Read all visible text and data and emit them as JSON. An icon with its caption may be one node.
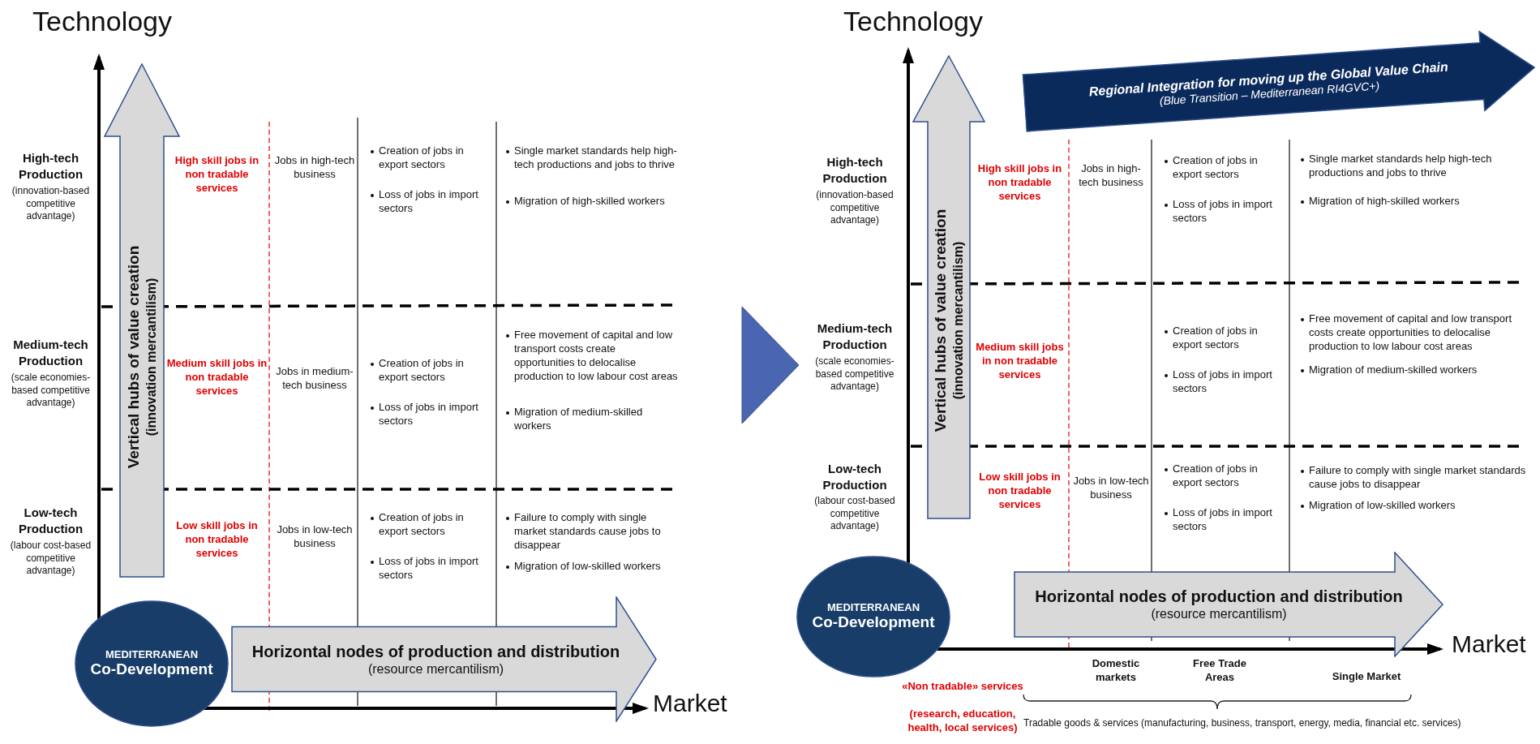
{
  "diagram": {
    "nodes": [
      {
        "text": [
          "Vertical hubs of value creation",
          "(innovation mercantilism)"
        ]
      },
      {
        "text": [
          "MEDITERRANEAN",
          "Co-Development"
        ]
      },
      {
        "text": [
          "Horizontal nodes of production and distribution",
          "(resource mercantilism)"
        ]
      },
      {
        "text": [
          "Vertical hubs of value creation",
          "(innovation mercantilism)"
        ]
      },
      {
        "text": [
          "Regional Integration for moving up the Global Value Chain",
          "(Blue Transition – Mediterranean RI4GVC+)"
        ]
      },
      {
        "text": [
          "MEDITERRANEAN",
          "Co-Development"
        ]
      },
      {
        "text": [
          "Horizontal nodes of production and distribution",
          "(resource mercantilism)"
        ]
      }
    ],
    "labels": [
      "Technology",
      "High-tech Production",
      "(innovation-based competitive advantage)",
      "High skill jobs in non tradable services",
      "Jobs in high-tech business",
      "Creation of jobs in export sectors",
      "Loss of jobs in import sectors",
      "Single market standards help high-tech productions and jobs to thrive",
      "Migration of high-skilled workers",
      "Medium-tech Production",
      "(scale economies-based competitive advantage)",
      "Medium skill jobs in non tradable services",
      "Jobs in medium-tech business",
      "Creation of jobs in export sectors",
      "Loss of jobs in import sectors",
      "Free movement of capital and low transport costs create opportunities to delocalise production to low labour cost areas",
      "Migration of medium-skilled workers",
      "Low-tech Production",
      "(labour cost-based competitive advantage)",
      "Low skill jobs in non tradable services",
      "Jobs in low-tech business",
      "Creation of jobs in export sectors",
      "Loss of jobs in import sectors",
      "Failure to comply with single market standards cause jobs to disappear",
      "Migration of low-skilled workers",
      "Market",
      "Technology",
      "High-tech Production",
      "(innovation-based competitive advantage)",
      "High skill jobs in non tradable services",
      "Jobs in high-tech business",
      "Creation of jobs in export sectors",
      "Loss of jobs in import sectors",
      "Single market standards help high-tech productions and jobs to thrive",
      "Migration of high-skilled workers",
      "Medium-tech Production",
      "(scale economies-based competitive advantage)",
      "Medium skill jobs in non tradable services",
      "Creation of jobs in export sectors",
      "Loss of jobs in import sectors",
      "Free movement of capital and low transport costs create opportunities to delocalise production to low labour cost areas",
      "Migration of medium-skilled workers",
      "Low-tech Production",
      "(labour cost-based competitive advantage)",
      "Low skill jobs in non tradable services",
      "Jobs in low-tech business",
      "Creation of jobs in export sectors",
      "Loss of jobs in import sectors",
      "Failure to comply with single market standards cause jobs to disappear",
      "Migration of low-skilled workers",
      "Market",
      "«Non tradable» services",
      "(research, education, health, local services)",
      "Domestic markets",
      "Free Trade Areas",
      "Single Market",
      "Tradable goods & services (manufacturing, business, transport, energy, media, financial etc. services)"
    ]
  }
}
